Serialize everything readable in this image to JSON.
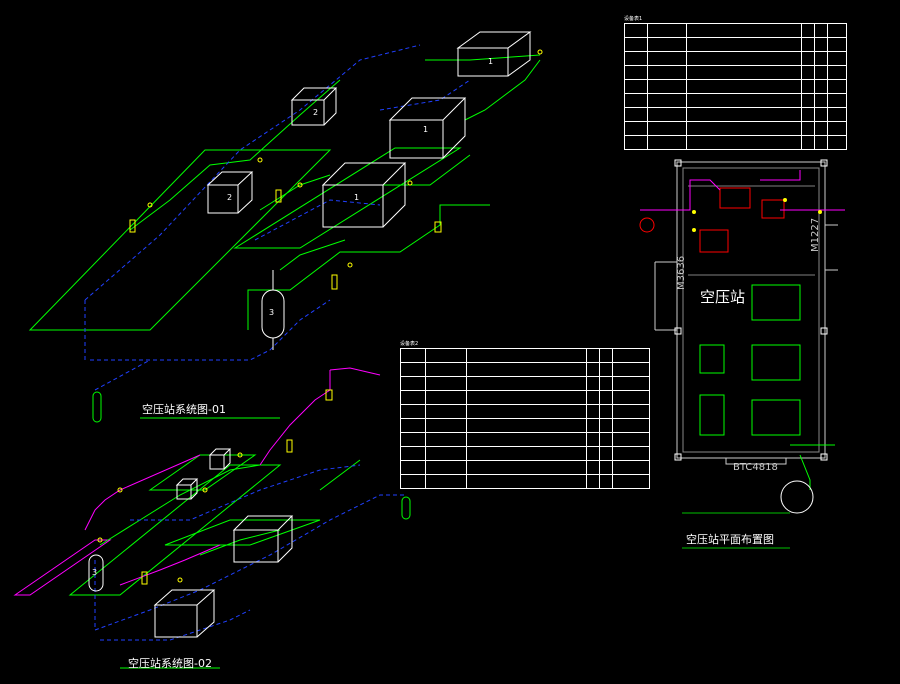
{
  "titles": {
    "system_01": "空压站系统图-01",
    "system_02": "空压站系统图-02",
    "plan": "空压站平面布置图",
    "room": "空压站"
  },
  "plan_labels": {
    "door_m3636": "M3636",
    "door_m1227": "M1227",
    "window_btc": "BTC4818"
  },
  "equipment_numbers": [
    "1",
    "2",
    "3"
  ],
  "colors": {
    "background": "#000000",
    "pipe_green": "#00ff00",
    "pipe_blue": "#2040ff",
    "pipe_magenta": "#ff00ff",
    "equipment_white": "#ffffff",
    "valve_yellow": "#ffff00",
    "highlight_red": "#ff0000"
  }
}
